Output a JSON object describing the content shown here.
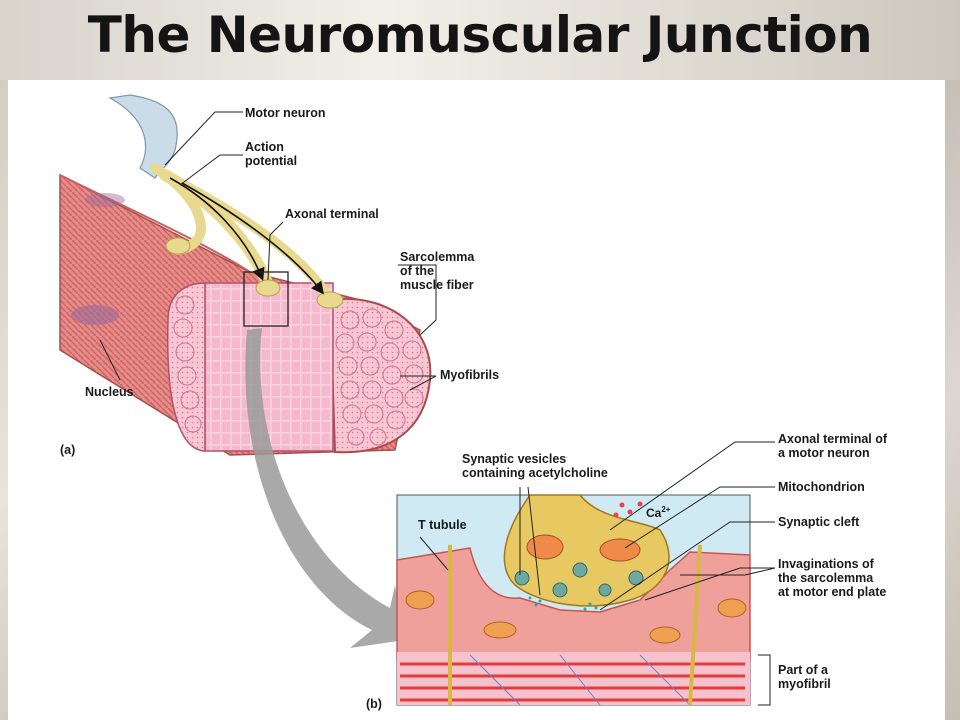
{
  "slide": {
    "title": "The Neuromuscular Junction"
  },
  "figure_a": {
    "panel_label": "(a)",
    "labels": {
      "motor_neuron": "Motor neuron",
      "action_potential": "Action\npotential",
      "axonal_terminal": "Axonal terminal",
      "sarcolemma": "Sarcolemma\nof the\nmuscle fiber",
      "myofibrils": "Myofibrils",
      "nucleus": "Nucleus"
    }
  },
  "figure_b": {
    "panel_label": "(b)",
    "labels": {
      "synaptic_vesicles": "Synaptic vesicles\ncontaining acetylcholine",
      "t_tubule": "T tubule",
      "axonal_terminal_motor": "Axonal terminal of\na motor neuron",
      "mitochondrion": "Mitochondrion",
      "synaptic_cleft": "Synaptic cleft",
      "invaginations": "Invaginations of\nthe sarcolemma\nat motor end plate",
      "myofibril_part": "Part of a\nmyofibril",
      "calcium": "Ca",
      "calcium_charge": "2+"
    }
  },
  "colors": {
    "muscle": "#e07a78",
    "muscle_dark": "#b8524f",
    "myofibril_pink": "#f2a8c0",
    "neuron": "#e8d98e",
    "neuron_dark": "#b9a24a",
    "cleft_blue": "#cfeaf2",
    "arrow_gray": "#9a9a9a"
  }
}
